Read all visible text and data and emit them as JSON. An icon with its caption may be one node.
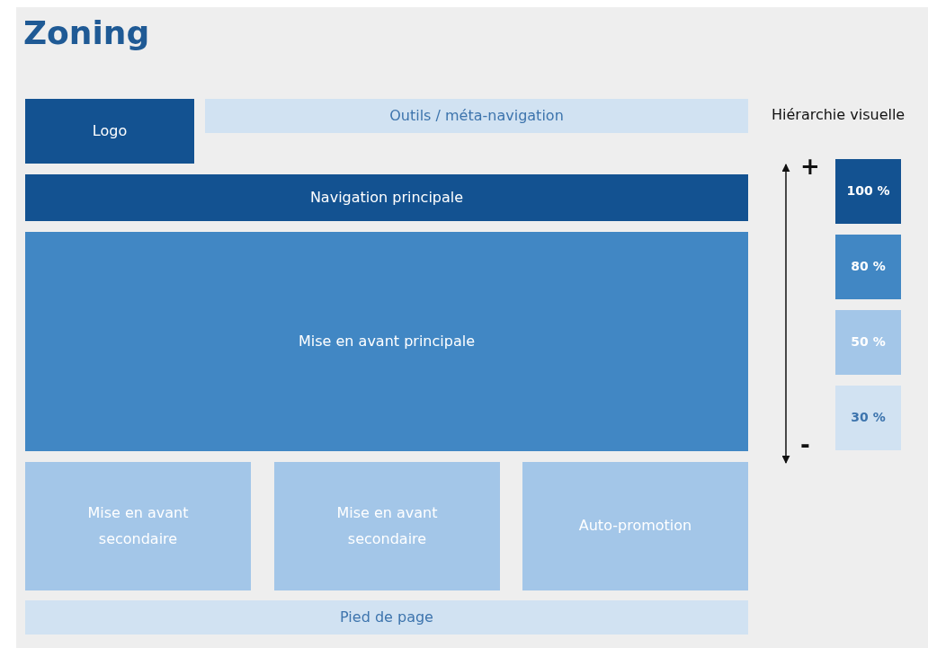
{
  "diagram": {
    "title": "Zoning",
    "nodes": [
      {
        "text": [
          "Logo"
        ]
      },
      {
        "text": [
          "Outils / méta-navigation"
        ]
      },
      {
        "text": [
          "Navigation principale"
        ]
      },
      {
        "text": [
          "Mise en avant principale"
        ]
      },
      {
        "text": [
          "Mise en avant secondaire"
        ]
      },
      {
        "text": [
          "Mise en avant secondaire"
        ]
      },
      {
        "text": [
          "Auto-promotion"
        ]
      },
      {
        "text": [
          "Pied de page"
        ]
      },
      {
        "text": [
          "100 %"
        ]
      },
      {
        "text": [
          "80 %"
        ]
      },
      {
        "text": [
          "50 %"
        ]
      },
      {
        "text": [
          "30 %"
        ]
      }
    ],
    "edges": [],
    "labels": [
      "Hiérarchie visuelle",
      "+",
      "-"
    ]
  }
}
